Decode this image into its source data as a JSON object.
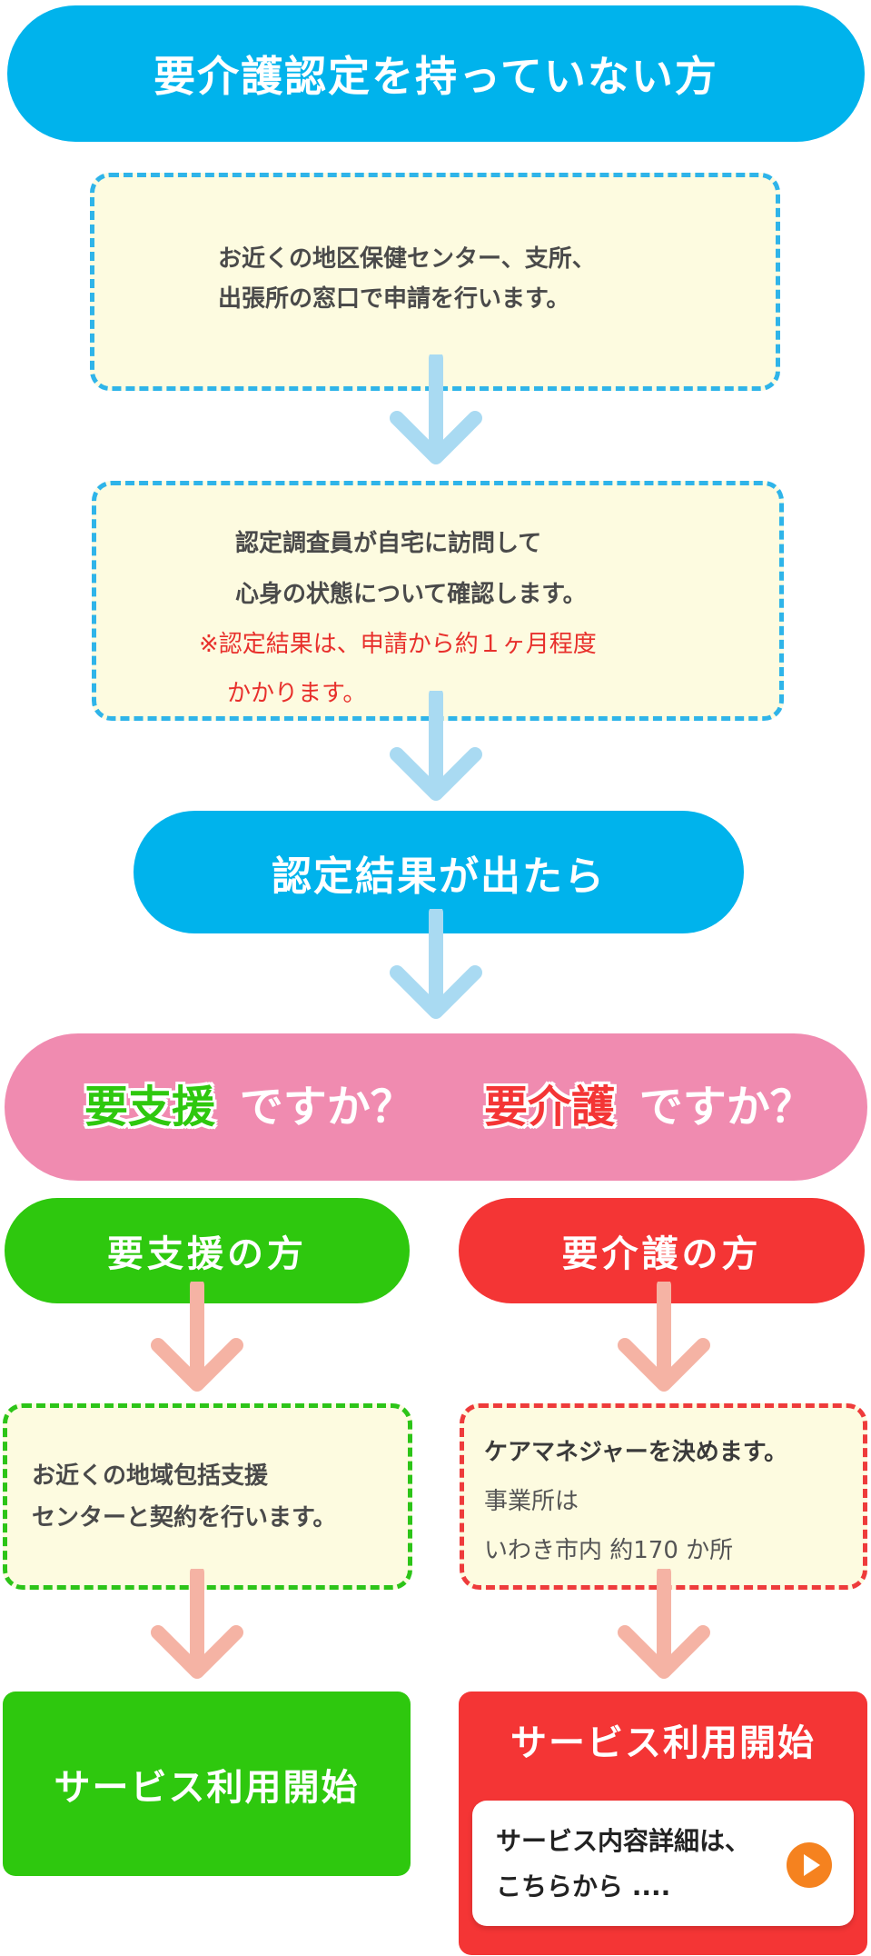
{
  "header": {
    "title": "要介護認定を持っていない方"
  },
  "step1": {
    "line1": "お近くの地区保健センター、支所、",
    "line2": "出張所の窓口で申請を行います。"
  },
  "step2": {
    "line1": "認定調査員が自宅に訪問して",
    "line2": "心身の状態について確認します。",
    "note1": "※認定結果は、申請から約１ヶ月程度",
    "note2": "かかります。"
  },
  "result": {
    "label": "認定結果が出たら"
  },
  "question": {
    "support_word": "要支援",
    "support_suffix": "ですか？",
    "care_word": "要介護",
    "care_suffix": "ですか？"
  },
  "support": {
    "title": "要支援の方",
    "line1": "お近くの地域包括支援",
    "line2": "センターと契約を行います。",
    "start": "サービス利用開始"
  },
  "care": {
    "title": "要介護の方",
    "line1": "ケアマネジャーを決めます。",
    "line2": "事業所は",
    "line3": "いわき市内 約170 か所",
    "start": "サービス利用開始",
    "detail_line1": "サービス内容詳細は、",
    "detail_line2": "こちらから ...."
  },
  "colors": {
    "blue": "#00b3ec",
    "pink": "#f08bb0",
    "green": "#2ec80e",
    "red": "#f43535",
    "orange": "#f5821f"
  }
}
